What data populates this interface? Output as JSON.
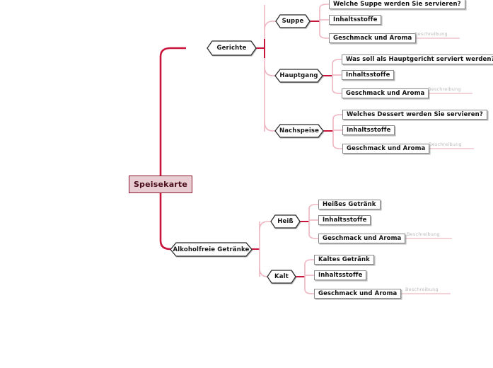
{
  "diagram": {
    "type": "mind-map",
    "title": "Speisekarte",
    "background_color": "#ffffff",
    "colors": {
      "root_fill": "#e8cdd2",
      "root_border": "#8f1430",
      "trunk": "#c9143c",
      "branch": "#e9a9b6",
      "leaf_border": "#8a8a8a",
      "hex_border": "#2b2b2b",
      "description_text": "#b9b9b9"
    },
    "root": {
      "label": "Speisekarte",
      "shape": "rectangle"
    },
    "branches": [
      {
        "label": "Gerichte",
        "shape": "hexagon",
        "children": [
          {
            "label": "Suppe",
            "shape": "hexagon",
            "leaves": [
              {
                "label": "Welche Suppe werden Sie servieren?",
                "description": null
              },
              {
                "label": "Inhaltsstoffe",
                "description": null
              },
              {
                "label": "Geschmack und Aroma",
                "description": "Beschreibung"
              }
            ]
          },
          {
            "label": "Hauptgang",
            "shape": "hexagon",
            "leaves": [
              {
                "label": "Was soll als Hauptgericht serviert werden?",
                "description": null
              },
              {
                "label": "Inhaltsstoffe",
                "description": null
              },
              {
                "label": "Geschmack und Aroma",
                "description": "Beschreibung"
              }
            ]
          },
          {
            "label": "Nachspeise",
            "shape": "hexagon",
            "leaves": [
              {
                "label": "Welches Dessert werden Sie servieren?",
                "description": null
              },
              {
                "label": "Inhaltsstoffe",
                "description": null
              },
              {
                "label": "Geschmack und Aroma",
                "description": "Beschreibung"
              }
            ]
          }
        ]
      },
      {
        "label": "Alkoholfreie Getränke",
        "shape": "hexagon",
        "children": [
          {
            "label": "Heiß",
            "shape": "hexagon",
            "leaves": [
              {
                "label": "Heißes Getränk",
                "description": null
              },
              {
                "label": "Inhaltsstoffe",
                "description": null
              },
              {
                "label": "Geschmack und Aroma",
                "description": "Beschreibung"
              }
            ]
          },
          {
            "label": "Kalt",
            "shape": "hexagon",
            "leaves": [
              {
                "label": "Kaltes Getränk",
                "description": null
              },
              {
                "label": "Inhaltsstoffe",
                "description": null
              },
              {
                "label": "Geschmack und Aroma",
                "description": "Beschreibung"
              }
            ]
          }
        ]
      }
    ]
  }
}
